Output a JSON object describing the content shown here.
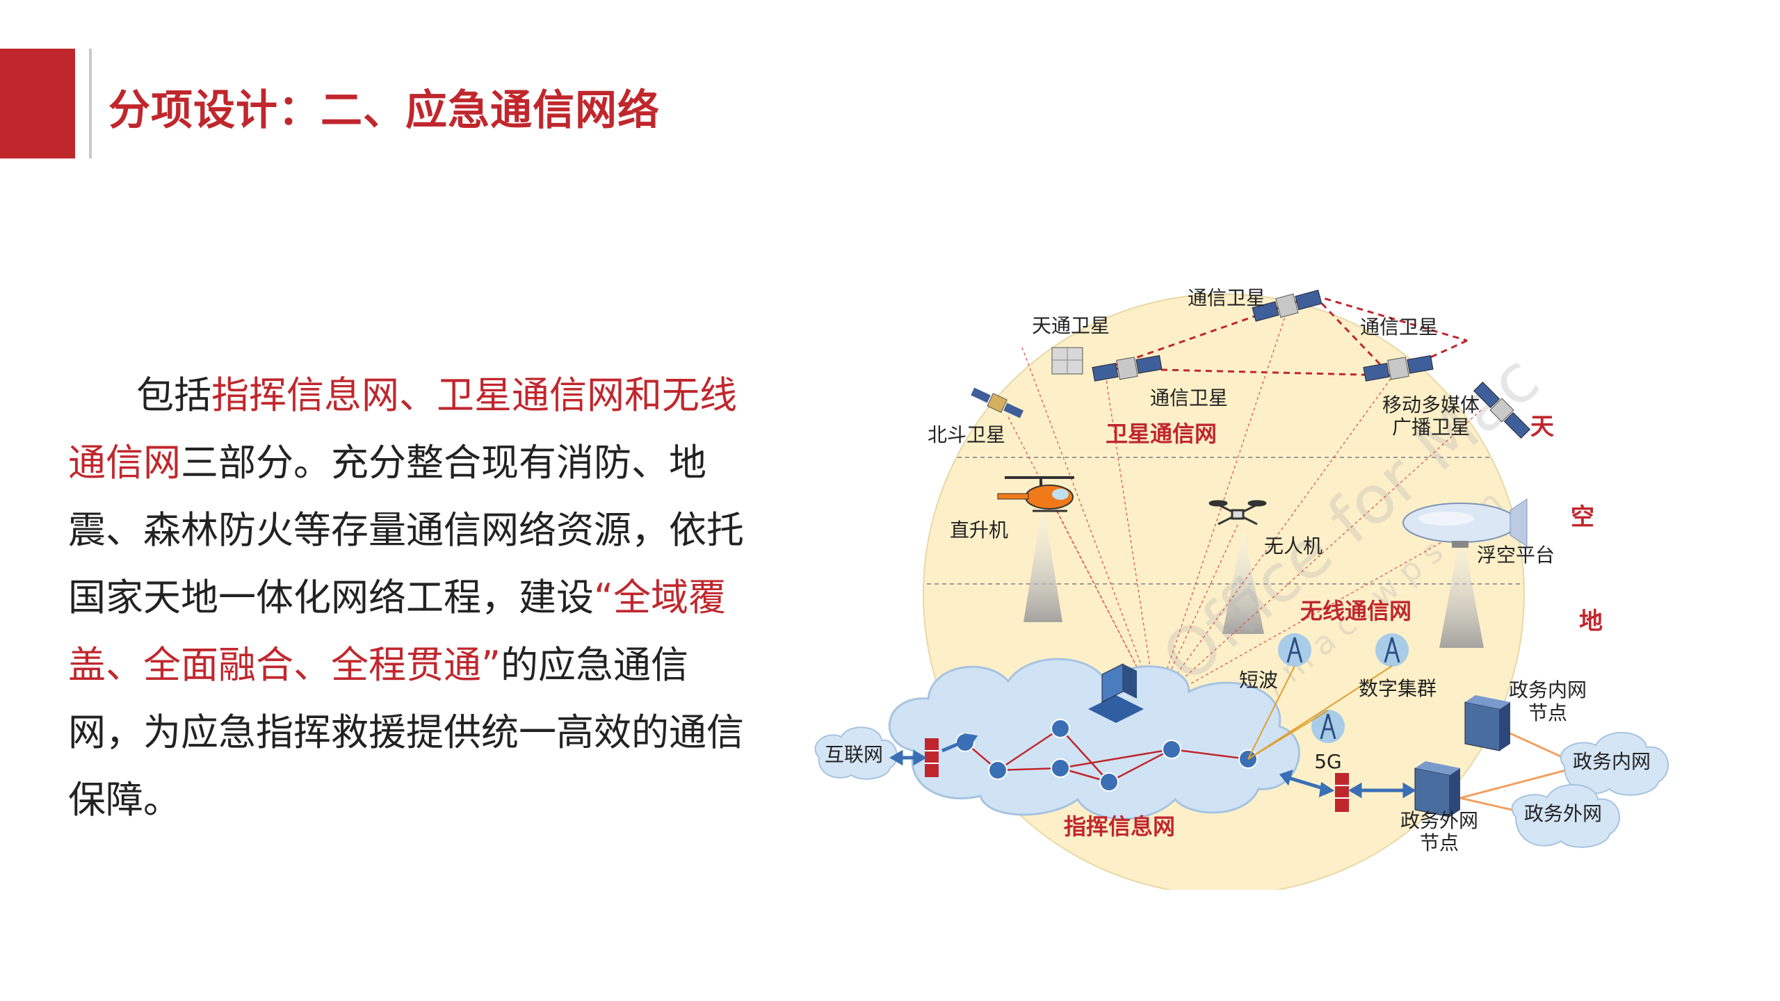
{
  "slide": {
    "title": "分项设计：二、应急通信网络",
    "body": {
      "indent_text": "包括",
      "red_1": "指挥信息网、卫星通信网和无线通信网",
      "text_1": "三部分。充分整合现有消防、地震、森林防火等存量通信网络资源，依托国家天地一体化网络工程，建设",
      "red_2": "“全域覆盖、全面融合、全程贯通”",
      "text_2": "的应急通信网，为应急指挥救援提供统一高效的通信保障。"
    }
  },
  "diagram": {
    "layers": {
      "sky": "天",
      "air": "空",
      "ground": "地"
    },
    "networks": {
      "satellite": "卫星通信网",
      "wireless": "无线通信网",
      "command": "指挥信息网"
    },
    "nodes": {
      "comm_sat_top": "通信卫星",
      "tiantong_sat": "天通卫星",
      "comm_sat_right": "通信卫星",
      "comm_sat_mid": "通信卫星",
      "beidou_sat": "北斗卫星",
      "multimedia_sat_1": "移动多媒体",
      "multimedia_sat_2": "广播卫星",
      "helicopter": "直升机",
      "drone": "无人机",
      "airship": "浮空平台",
      "shortwave": "短波",
      "trunking": "数字集群",
      "gov_intranet_node_1": "政务内网",
      "gov_intranet_node_2": "节点",
      "gov_intranet": "政务内网",
      "gov_extranet_node_1": "政务外网",
      "gov_extranet_node_2": "节点",
      "gov_extranet": "政务外网",
      "five_g": "5G",
      "internet": "互联网"
    },
    "watermark": "WPS Office for Mac",
    "watermark_url": "https://mac.wps.cn",
    "colors": {
      "accent": "#c0272d",
      "sphere_fill": "#fdf0c8",
      "cloud": "#cfe3f5",
      "link": "#3a6fb5",
      "gov_line": "#f0a060"
    }
  }
}
